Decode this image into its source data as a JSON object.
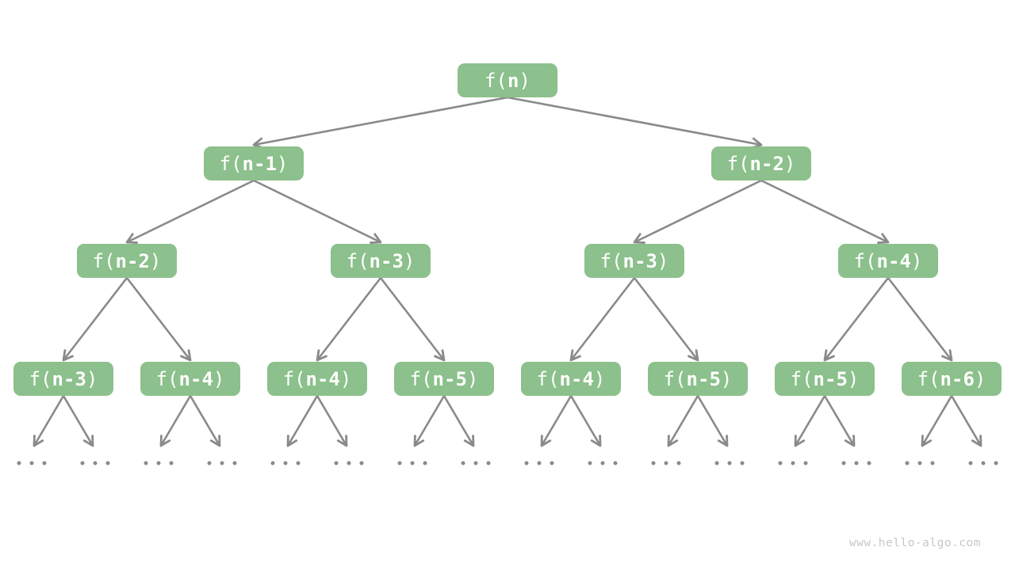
{
  "diagram": {
    "kind": "recursion-tree",
    "levels": [
      [
        "f(n)"
      ],
      [
        "f(n-1)",
        "f(n-2)"
      ],
      [
        "f(n-2)",
        "f(n-3)",
        "f(n-3)",
        "f(n-4)"
      ],
      [
        "f(n-3)",
        "f(n-4)",
        "f(n-4)",
        "f(n-5)",
        "f(n-4)",
        "f(n-5)",
        "f(n-5)",
        "f(n-6)"
      ]
    ],
    "ellipsis": "...",
    "colors": {
      "node_fill": "#8CC08C",
      "node_text": "#FFFFFF",
      "arrow": "#8A8A8A",
      "ellipsis_dots": "#8A8A8A",
      "watermark": "#C8C8C8"
    }
  },
  "footer": {
    "watermark": "www.hello-algo.com"
  }
}
